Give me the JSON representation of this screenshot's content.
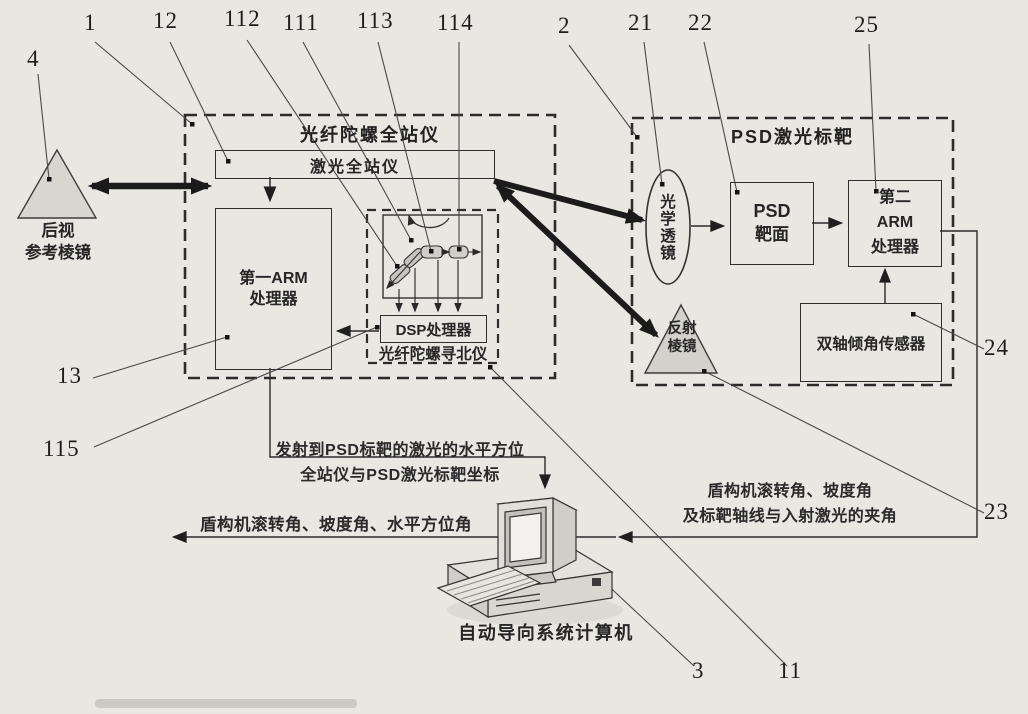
{
  "background_color": "#e9e7e2",
  "fog_station": {
    "title": "光纤陀螺全站仪",
    "laser_total_station": "激光全站仪",
    "arm1_line1": "第一ARM",
    "arm1_line2": "处理器",
    "dsp_processor": "DSP处理器",
    "north_seeker_caption": "光纤陀螺寻北仪"
  },
  "backsight_prism": {
    "line1": "后视",
    "line2": "参考棱镜"
  },
  "psd_target_unit": {
    "title": "PSD激光标靶",
    "optical_lens": "光学透镜",
    "psd_surface_line1": "PSD",
    "psd_surface_line2": "靶面",
    "arm2_line1": "第二",
    "arm2_line2": "ARM",
    "arm2_line3": "处理器",
    "tilt_sensor": "双轴倾角传感器",
    "reflector_line1": "反射",
    "reflector_line2": "棱镜"
  },
  "signals": {
    "laser_to_target_line1": "发射到PSD标靶的激光的水平方位",
    "laser_to_target_line2": "全站仪与PSD激光标靶坐标",
    "left_output": "盾构机滚转角、坡度角、水平方位角",
    "right_output_line1": "盾构机滚转角、坡度角",
    "right_output_line2": "及标靶轴线与入射激光的夹角"
  },
  "computer": {
    "caption": "自动导向系统计算机"
  },
  "ref_labels": {
    "r1": "1",
    "r2": "2",
    "r3": "3",
    "r4": "4",
    "r11": "11",
    "r12": "12",
    "r13": "13",
    "r21": "21",
    "r22": "22",
    "r23": "23",
    "r24": "24",
    "r25": "25",
    "r111": "111",
    "r112": "112",
    "r113": "113",
    "r114": "114",
    "r115": "115"
  }
}
